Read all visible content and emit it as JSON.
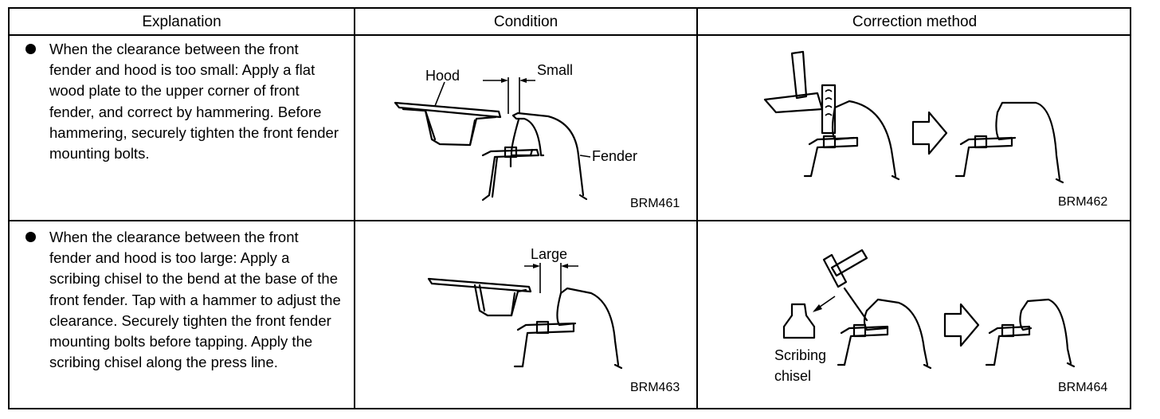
{
  "header": {
    "explanation": "Explanation",
    "condition": "Condition",
    "correction": "Correction method"
  },
  "rows": [
    {
      "explanation": "When the clearance between the front fender and hood is too small: Apply a flat wood plate to the upper corner of front fender, and correct by hammering. Before hammering, securely tighten the front fender mounting bolts.",
      "condition": {
        "hood_label": "Hood",
        "clearance_label": "Small",
        "fender_label": "Fender",
        "code": "BRM461"
      },
      "correction": {
        "code": "BRM462"
      }
    },
    {
      "explanation": "When the clearance between the front fender and hood is too large: Apply a scribing chisel to the bend at the base of the front fender. Tap with a hammer to adjust the clearance. Securely tighten the front fender mounting bolts before tapping. Apply the scribing chisel along the press line.",
      "condition": {
        "clearance_label": "Large",
        "code": "BRM463"
      },
      "correction": {
        "chisel_label_1": "Scribing",
        "chisel_label_2": "chisel",
        "code": "BRM464"
      }
    }
  ]
}
